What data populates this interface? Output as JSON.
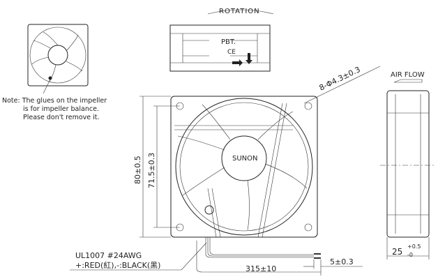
{
  "note": {
    "lines": [
      "Note:  The glues on the impeller",
      "is for impeller balance.",
      "Please don't remove it."
    ]
  },
  "rotation_label": "ROTATION",
  "side_label": {
    "material": "PBT.",
    "mark": "CE"
  },
  "hub_label": "SUNON",
  "mount_holes": "8-Φ4.3±0.3",
  "air_flow_label": "AIR FLOW",
  "dimensions": {
    "outer": "80±0.5",
    "hole_pitch": "71.5±0.3",
    "depth_main": "25",
    "depth_upper": "+0.5",
    "depth_lower": "-0",
    "lead_length": "315±10",
    "strip_length": "5±0.3"
  },
  "wire": {
    "spec": "UL1007  #24AWG",
    "colors": "+:RED(紅),-:BLACK(黑)"
  }
}
